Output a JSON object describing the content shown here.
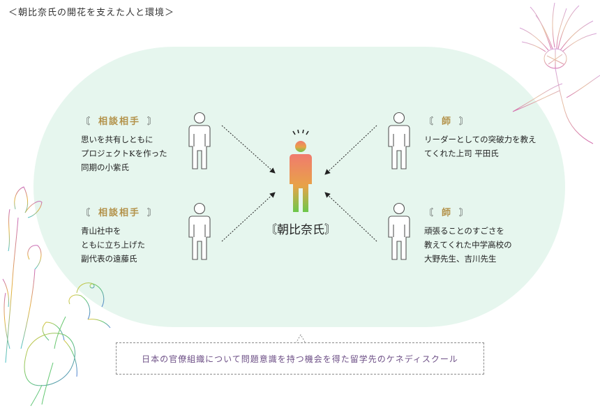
{
  "title": "＜朝比奈氏の開花を支えた人と環境＞",
  "center": {
    "name": "〘朝比奈氏〙"
  },
  "left_top": {
    "bracket_open": "〘",
    "label": "相談相手",
    "bracket_close": "〙",
    "description": "思いを共有しともに\nプロジェクトKを作った\n同期の小紫氏"
  },
  "left_bottom": {
    "bracket_open": "〘",
    "label": "相談相手",
    "bracket_close": "〙",
    "description": "青山社中を\nともに立ち上げた\n副代表の遠藤氏"
  },
  "right_top": {
    "bracket_open": "〘",
    "label": "師",
    "bracket_close": "〙",
    "description": "リーダーとしての突破力を教え\nてくれた上司  平田氏"
  },
  "right_bottom": {
    "bracket_open": "〘",
    "label": "師",
    "bracket_close": "〙",
    "description": "頑張ることのすごさを\n教えてくれた中学高校の\n大野先生、吉川先生"
  },
  "footer": {
    "text": "日本の官僚組織について問題意識を持つ機会を得た留学先のケネディスクール"
  },
  "colors": {
    "capsule": "#e6f6ee",
    "label_text": "#b3924a",
    "footer_text": "#6d4f86",
    "center_gradient_top": "#f07b6e",
    "center_gradient_bottom": "#6cc74a"
  },
  "icons": [
    "person-outline-icon",
    "person-gradient-icon",
    "thistle-flower-icon",
    "iris-flower-icon",
    "arrow-icon"
  ]
}
